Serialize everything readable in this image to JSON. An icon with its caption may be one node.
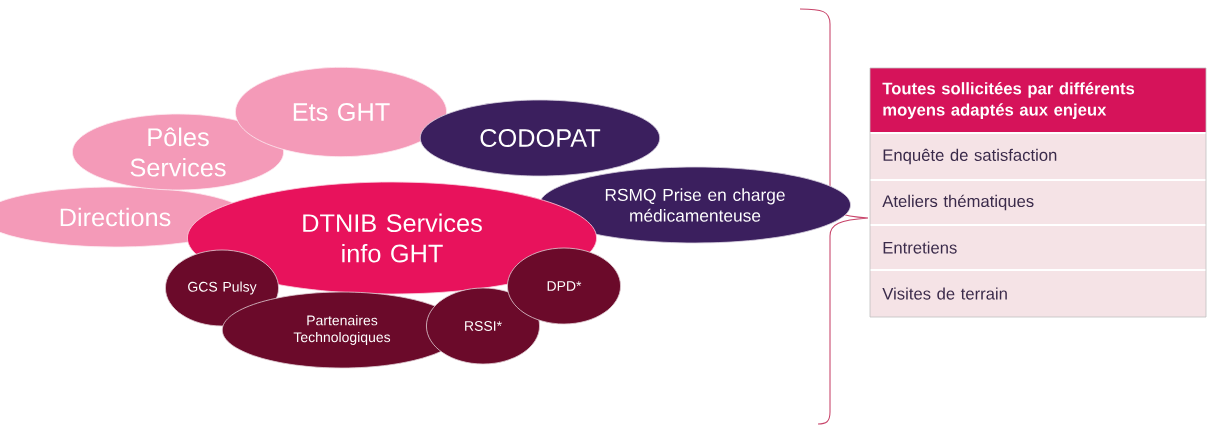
{
  "diagram": {
    "nodes": [
      {
        "text": [
          "Ets GHT"
        ]
      },
      {
        "text": [
          "Pôles Services"
        ]
      },
      {
        "text": [
          "CODOPAT"
        ]
      },
      {
        "text": [
          "Directions"
        ]
      },
      {
        "text": [
          "RSMQ Prise en charge médicamenteuse"
        ]
      },
      {
        "text": [
          "DTNIB Services info GHT"
        ]
      },
      {
        "text": [
          "GCS Pulsy"
        ]
      },
      {
        "text": [
          "DPD*"
        ]
      },
      {
        "text": [
          "Partenaires Technologiques"
        ]
      },
      {
        "text": [
          "RSSI*"
        ]
      }
    ],
    "labels": [
      "Toutes sollicitées par différents moyens adaptés aux enjeux",
      "Enquête de satisfaction",
      "Ateliers thématiques",
      "Entretiens",
      "Visites de terrain"
    ]
  }
}
